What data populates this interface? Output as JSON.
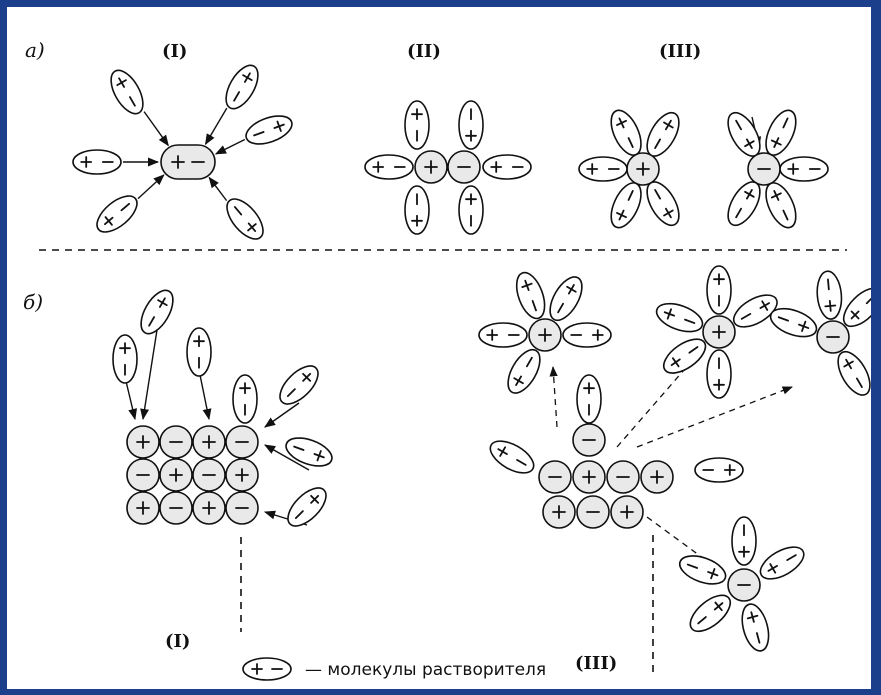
{
  "panel_a": {
    "label": "a)",
    "parts": [
      "(I)",
      "(II)",
      "(III)"
    ]
  },
  "panel_b": {
    "label": "б)",
    "parts": [
      "(I)",
      "(III)"
    ]
  },
  "legend": {
    "text": "— молекулы растворителя"
  },
  "colors": {
    "background": "#1c3f8c",
    "paper": "#ffffff",
    "ink": "#111111",
    "ion_fill": "#e9e9e9"
  },
  "signs": {
    "plus": "+",
    "minus": "−"
  }
}
